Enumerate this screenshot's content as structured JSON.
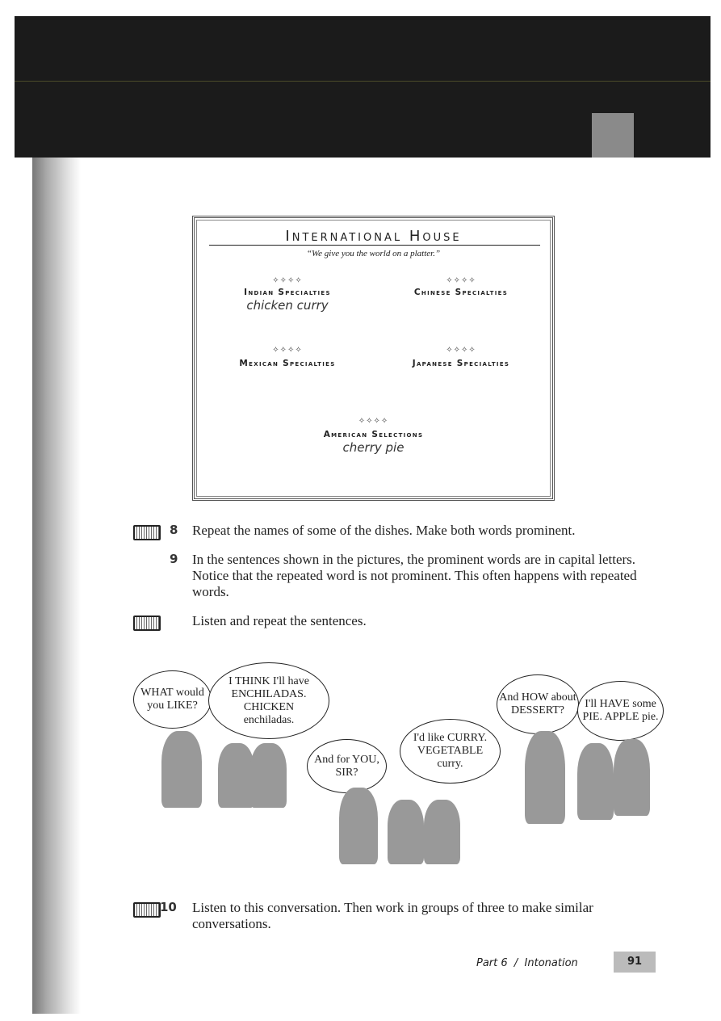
{
  "menu": {
    "title": "International House",
    "tagline": "“We give you the world on a platter.”",
    "ornament": "✧✧✧✧",
    "sections": [
      {
        "heading": "Indian Specialties",
        "dish": "chicken curry"
      },
      {
        "heading": "Chinese Specialties",
        "dish": ""
      },
      {
        "heading": "Mexican Specialties",
        "dish": ""
      },
      {
        "heading": "Japanese Specialties",
        "dish": ""
      },
      {
        "heading": "American Selections",
        "dish": "cherry pie"
      }
    ]
  },
  "exercises": [
    {
      "number": "8",
      "text": "Repeat the names of some of the dishes. Make both words prominent."
    },
    {
      "number": "9",
      "text": "In the sentences shown in the pictures, the prominent words are in capital letters. Notice that the repeated word is not prominent. This often happens with repeated words."
    },
    {
      "number": "",
      "text": "Listen and repeat the sentences."
    },
    {
      "number": "10",
      "text": "Listen to this conversation. Then work in groups of three to make similar conversations."
    }
  ],
  "bubbles": [
    "WHAT would you LIKE?",
    "I THINK I'll have ENCHILADAS. CHICKEN enchiladas.",
    "And for YOU, SIR?",
    "I'd like CURRY. VEGETABLE curry.",
    "And HOW about DESSERT?",
    "I'll HAVE some PIE. APPLE pie."
  ],
  "footer": {
    "section": "Part 6  /  Intonation",
    "page": "91"
  }
}
